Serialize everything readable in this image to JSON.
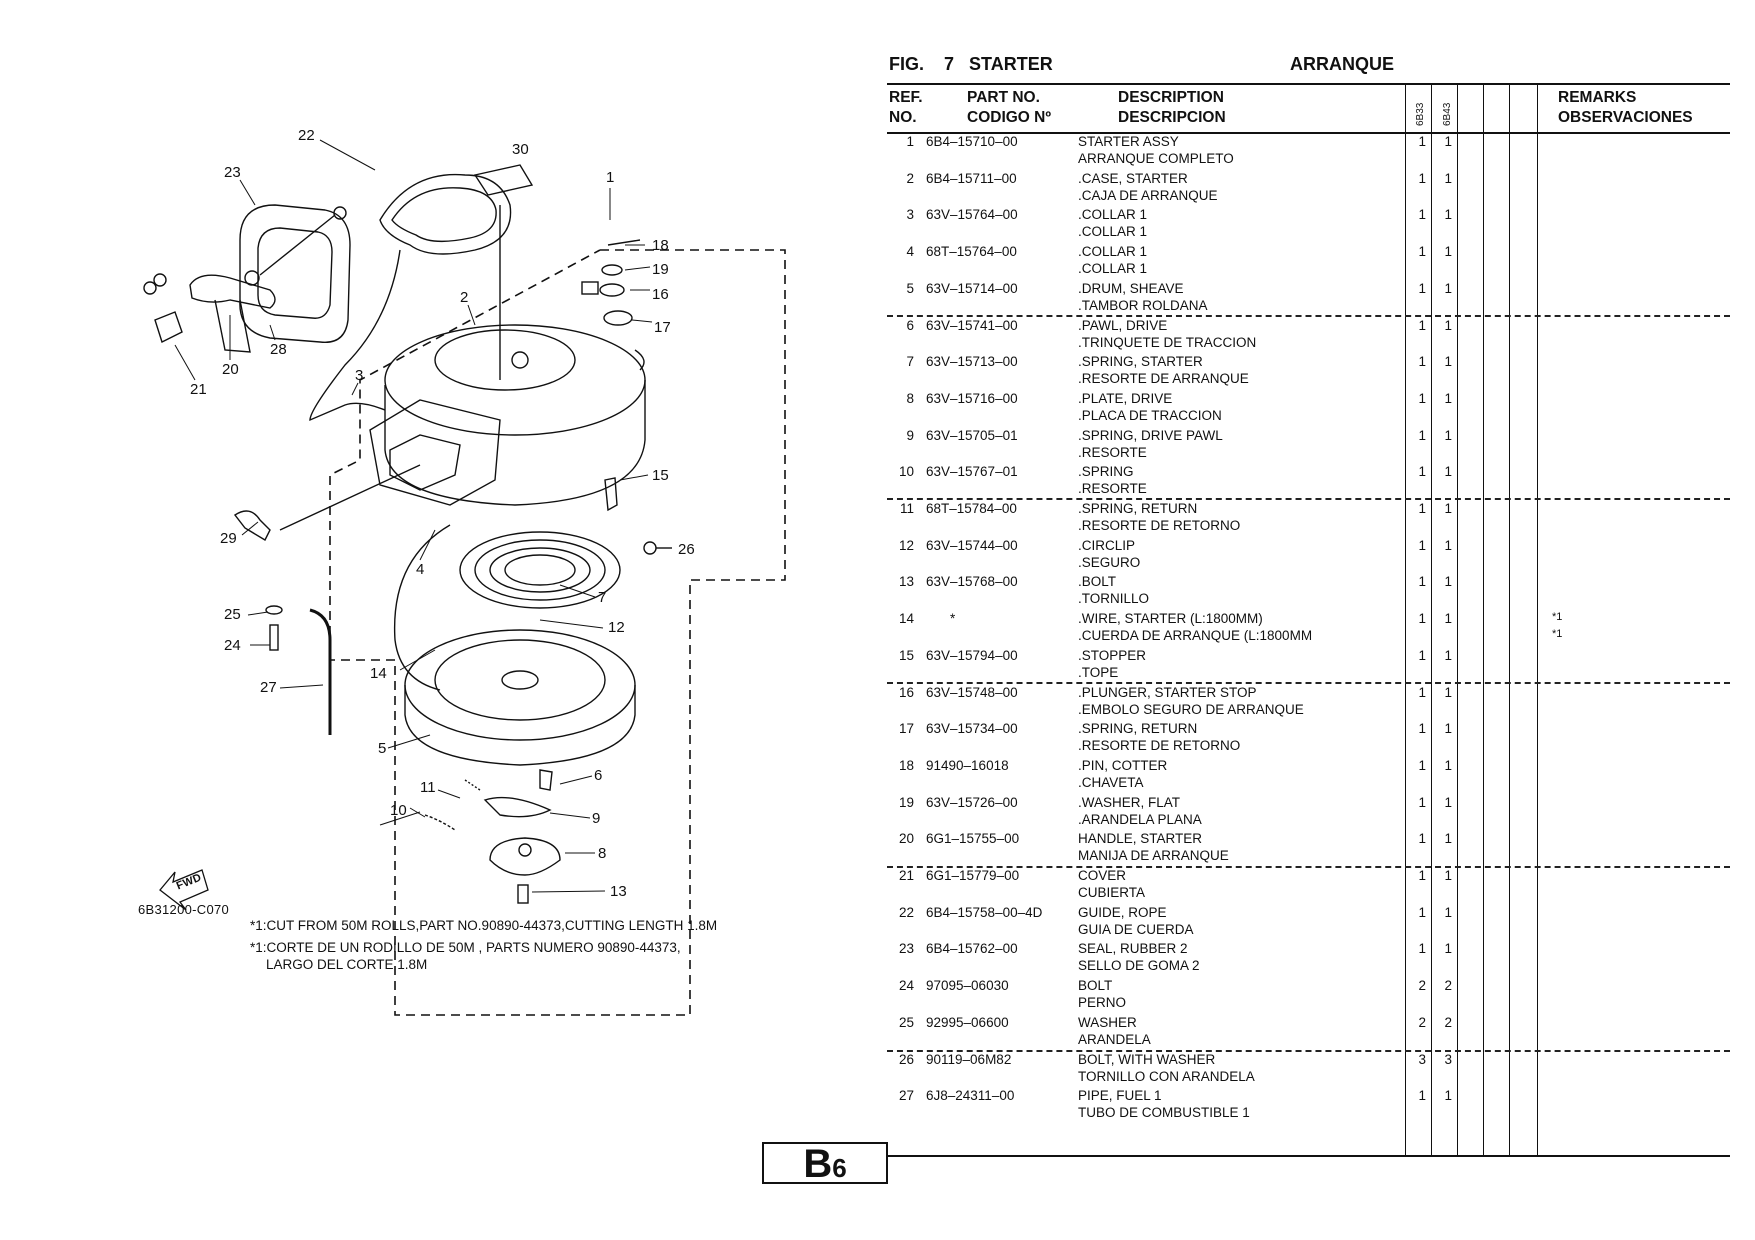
{
  "figure": {
    "label": "FIG.",
    "number": "7",
    "title": "STARTER",
    "title_es": "ARRANQUE"
  },
  "table_header": {
    "ref_line1": "REF.",
    "ref_line2": "NO.",
    "part_line1": "PART NO.",
    "part_line2": "CODIGO Nº",
    "desc_line1": "DESCRIPTION",
    "desc_line2": "DESCRIPCION",
    "model1": "6B33",
    "model2": "6B43",
    "remarks_line1": "REMARKS",
    "remarks_line2": "OBSERVACIONES"
  },
  "parts": [
    {
      "ref": "1",
      "part_no": "6B4–15710–00",
      "desc_en": "STARTER ASSY",
      "desc_es": "ARRANQUE COMPLETO",
      "qty1": "1",
      "qty2": "1",
      "remark": ""
    },
    {
      "ref": "2",
      "part_no": "6B4–15711–00",
      "desc_en": ".CASE, STARTER",
      "desc_es": ".CAJA  DE ARRANQUE",
      "qty1": "1",
      "qty2": "1",
      "remark": ""
    },
    {
      "ref": "3",
      "part_no": "63V–15764–00",
      "desc_en": ".COLLAR 1",
      "desc_es": ".COLLAR 1",
      "qty1": "1",
      "qty2": "1",
      "remark": ""
    },
    {
      "ref": "4",
      "part_no": "68T–15764–00",
      "desc_en": ".COLLAR 1",
      "desc_es": ".COLLAR 1",
      "qty1": "1",
      "qty2": "1",
      "remark": ""
    },
    {
      "ref": "5",
      "part_no": "63V–15714–00",
      "desc_en": ".DRUM, SHEAVE",
      "desc_es": ".TAMBOR  ROLDANA",
      "qty1": "1",
      "qty2": "1",
      "remark": ""
    },
    {
      "ref": "6",
      "part_no": "63V–15741–00",
      "desc_en": ".PAWL, DRIVE",
      "desc_es": ".TRINQUETE DE TRACCION",
      "qty1": "1",
      "qty2": "1",
      "remark": ""
    },
    {
      "ref": "7",
      "part_no": "63V–15713–00",
      "desc_en": ".SPRING, STARTER",
      "desc_es": ".RESORTE DE ARRANQUE",
      "qty1": "1",
      "qty2": "1",
      "remark": ""
    },
    {
      "ref": "8",
      "part_no": "63V–15716–00",
      "desc_en": ".PLATE, DRIVE",
      "desc_es": ".PLACA  DE TRACCION",
      "qty1": "1",
      "qty2": "1",
      "remark": ""
    },
    {
      "ref": "9",
      "part_no": "63V–15705–01",
      "desc_en": ".SPRING, DRIVE PAWL",
      "desc_es": ".RESORTE",
      "qty1": "1",
      "qty2": "1",
      "remark": ""
    },
    {
      "ref": "10",
      "part_no": "63V–15767–01",
      "desc_en": ".SPRING",
      "desc_es": ".RESORTE",
      "qty1": "1",
      "qty2": "1",
      "remark": ""
    },
    {
      "ref": "11",
      "part_no": "68T–15784–00",
      "desc_en": ".SPRING, RETURN",
      "desc_es": ".RESORTE  DE RETORNO",
      "qty1": "1",
      "qty2": "1",
      "remark": ""
    },
    {
      "ref": "12",
      "part_no": "63V–15744–00",
      "desc_en": ".CIRCLIP",
      "desc_es": ".SEGURO",
      "qty1": "1",
      "qty2": "1",
      "remark": ""
    },
    {
      "ref": "13",
      "part_no": "63V–15768–00",
      "desc_en": ".BOLT",
      "desc_es": ".TORNILLO",
      "qty1": "1",
      "qty2": "1",
      "remark": ""
    },
    {
      "ref": "14",
      "part_no": "*",
      "desc_en": ".WIRE, STARTER (L:1800MM)",
      "desc_es": ".CUERDA  DE ARRANQUE (L:1800MM",
      "qty1": "1",
      "qty2": "1",
      "remark": "*1",
      "remark_es": "*1"
    },
    {
      "ref": "15",
      "part_no": "63V–15794–00",
      "desc_en": ".STOPPER",
      "desc_es": ".TOPE",
      "qty1": "1",
      "qty2": "1",
      "remark": ""
    },
    {
      "ref": "16",
      "part_no": "63V–15748–00",
      "desc_en": ".PLUNGER, STARTER STOP",
      "desc_es": ".EMBOLO SEGURO DE ARRANQUE",
      "qty1": "1",
      "qty2": "1",
      "remark": ""
    },
    {
      "ref": "17",
      "part_no": "63V–15734–00",
      "desc_en": ".SPRING, RETURN",
      "desc_es": ".RESORTE  DE RETORNO",
      "qty1": "1",
      "qty2": "1",
      "remark": ""
    },
    {
      "ref": "18",
      "part_no": "91490–16018",
      "desc_en": ".PIN, COTTER",
      "desc_es": ".CHAVETA",
      "qty1": "1",
      "qty2": "1",
      "remark": ""
    },
    {
      "ref": "19",
      "part_no": "63V–15726–00",
      "desc_en": ".WASHER, FLAT",
      "desc_es": ".ARANDELA PLANA",
      "qty1": "1",
      "qty2": "1",
      "remark": ""
    },
    {
      "ref": "20",
      "part_no": "6G1–15755–00",
      "desc_en": "HANDLE, STARTER",
      "desc_es": "MANIJA  DE ARRANQUE",
      "qty1": "1",
      "qty2": "1",
      "remark": ""
    },
    {
      "ref": "21",
      "part_no": "6G1–15779–00",
      "desc_en": "COVER",
      "desc_es": "CUBIERTA",
      "qty1": "1",
      "qty2": "1",
      "remark": ""
    },
    {
      "ref": "22",
      "part_no": "6B4–15758–00–4D",
      "desc_en": "GUIDE, ROPE",
      "desc_es": "GUIA  DE CUERDA",
      "qty1": "1",
      "qty2": "1",
      "remark": ""
    },
    {
      "ref": "23",
      "part_no": "6B4–15762–00",
      "desc_en": "SEAL, RUBBER 2",
      "desc_es": "SELLO  DE GOMA 2",
      "qty1": "1",
      "qty2": "1",
      "remark": ""
    },
    {
      "ref": "24",
      "part_no": "97095–06030",
      "desc_en": "BOLT",
      "desc_es": "PERNO",
      "qty1": "2",
      "qty2": "2",
      "remark": ""
    },
    {
      "ref": "25",
      "part_no": "92995–06600",
      "desc_en": "WASHER",
      "desc_es": "ARANDELA",
      "qty1": "2",
      "qty2": "2",
      "remark": ""
    },
    {
      "ref": "26",
      "part_no": "90119–06M82",
      "desc_en": "BOLT, WITH WASHER",
      "desc_es": "TORNILLO CON ARANDELA",
      "qty1": "3",
      "qty2": "3",
      "remark": ""
    },
    {
      "ref": "27",
      "part_no": "6J8–24311–00",
      "desc_en": "PIPE, FUEL 1",
      "desc_es": "TUBO  DE COMBUSTIBLE 1",
      "qty1": "1",
      "qty2": "1",
      "remark": ""
    }
  ],
  "diagram": {
    "code": "6B31200-C070",
    "fwd_label": "FWD",
    "note_en": "*1:CUT FROM 50M ROLLS,PART NO.90890-44373,CUTTING LENGTH 1.8M",
    "note_es_1": "*1:CORTE DE UN RODILLO DE 50M , PARTS NUMERO 90890-44373,",
    "note_es_2": "LARGO DEL CORTE 1.8M",
    "callouts": [
      "1",
      "2",
      "3",
      "4",
      "5",
      "6",
      "7",
      "8",
      "9",
      "10",
      "11",
      "12",
      "13",
      "14",
      "15",
      "16",
      "17",
      "18",
      "19",
      "20",
      "21",
      "22",
      "23",
      "24",
      "25",
      "26",
      "27",
      "28",
      "29",
      "30"
    ]
  },
  "page_badge": {
    "letter": "B",
    "number": "6"
  }
}
